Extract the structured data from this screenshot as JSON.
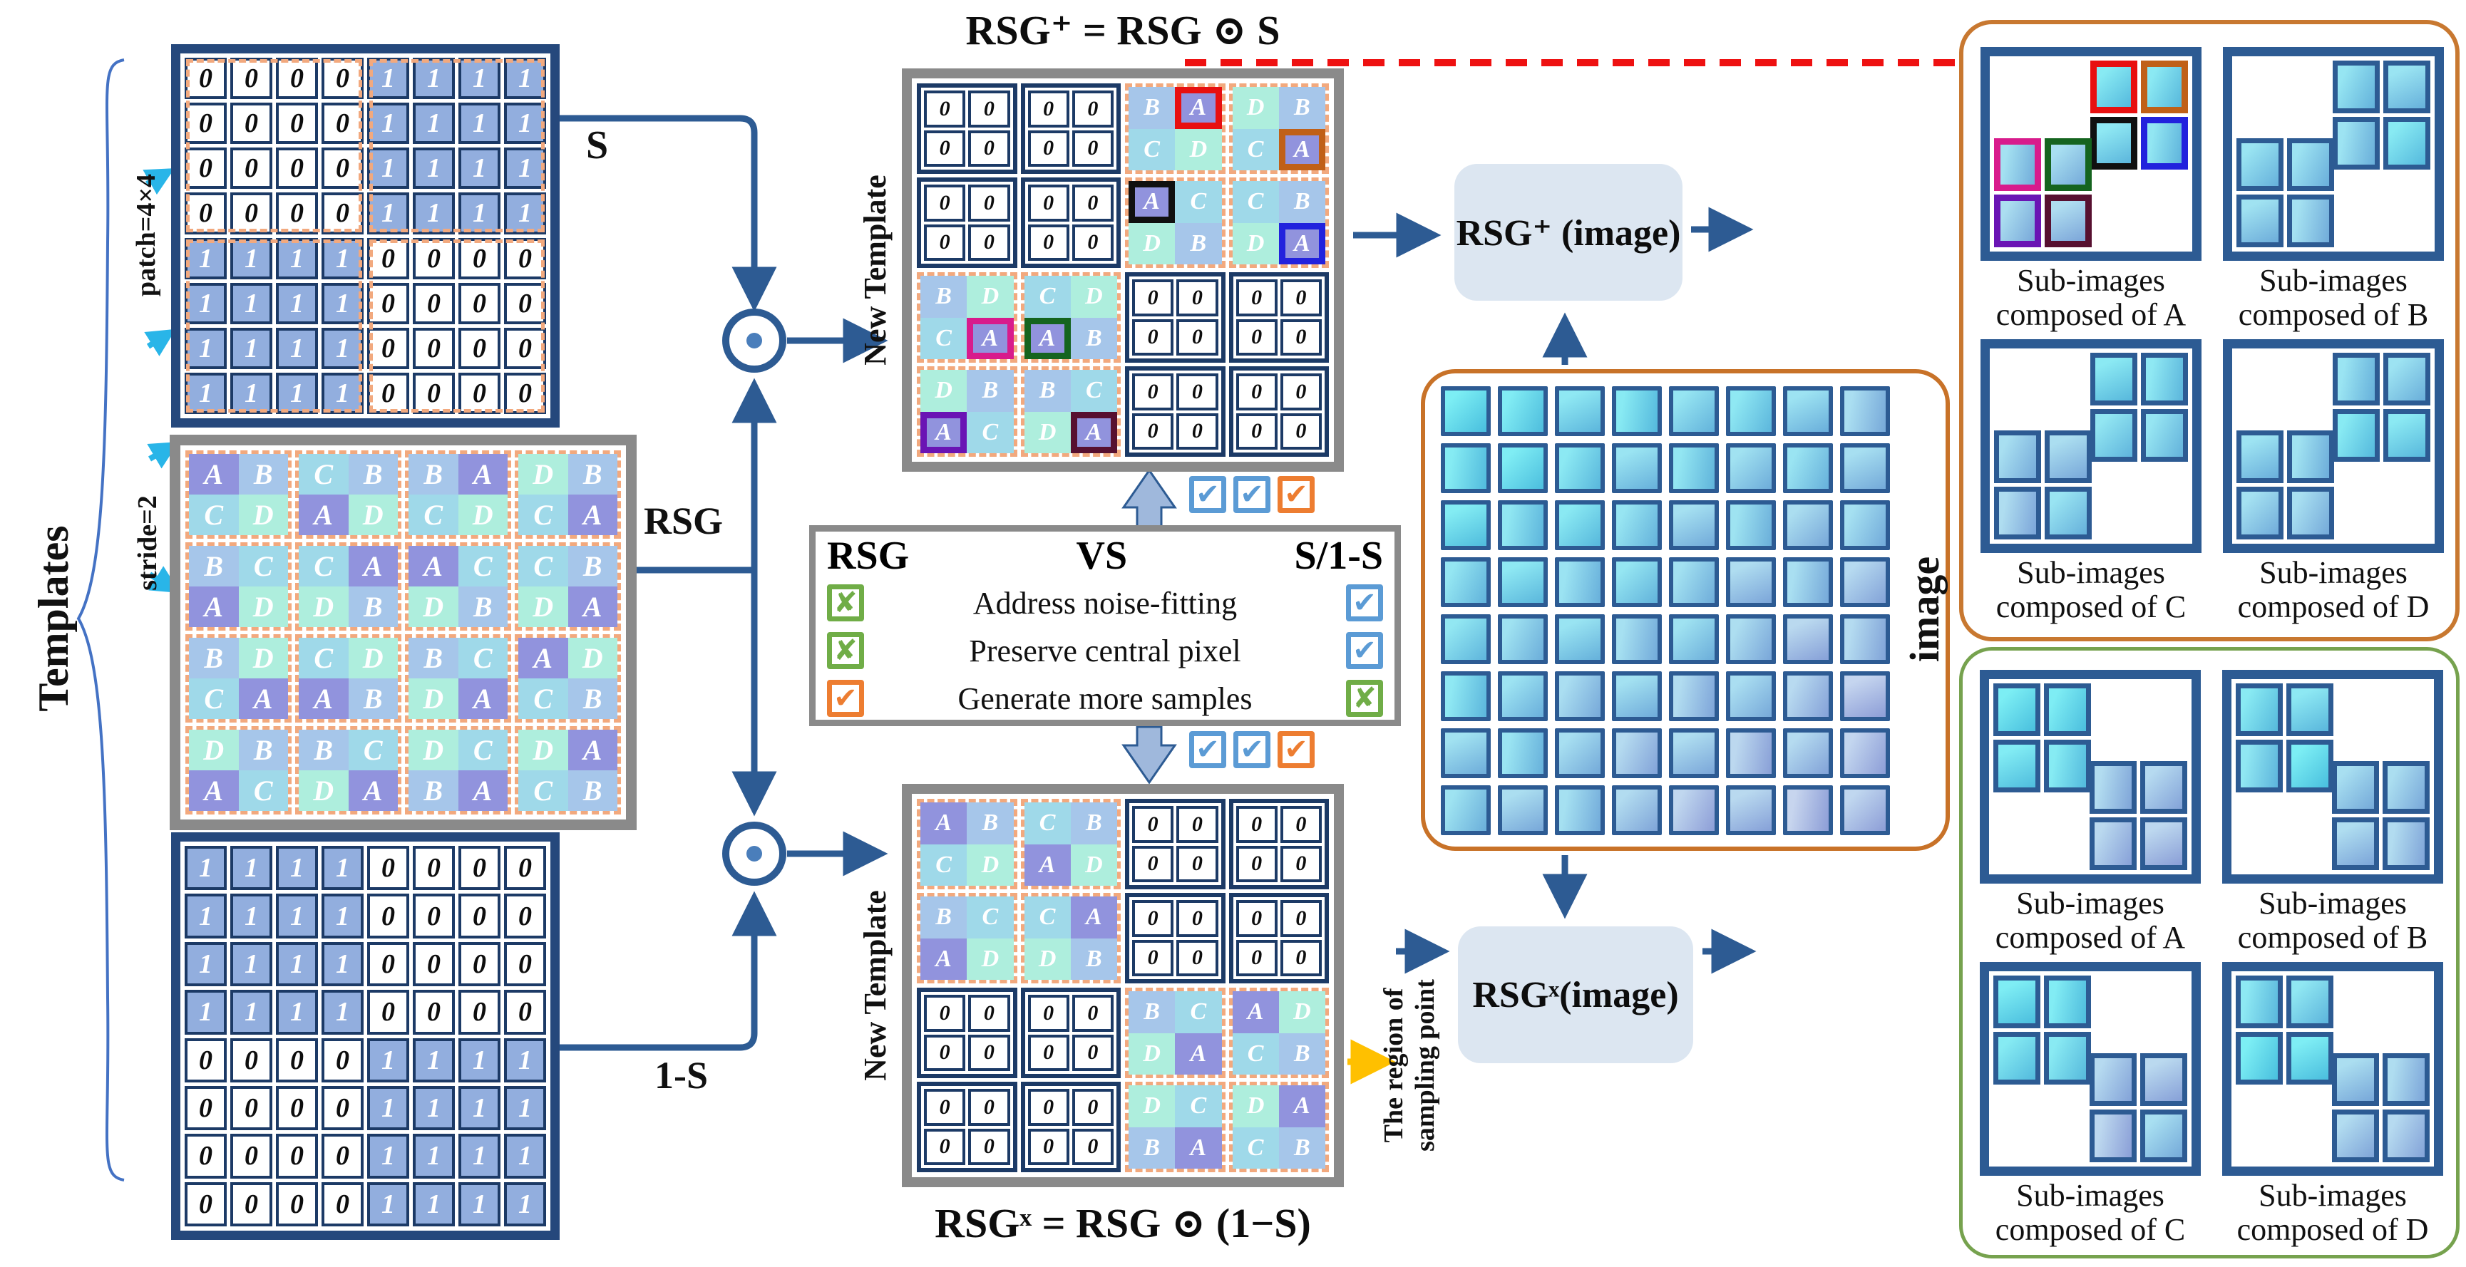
{
  "left": {
    "templates_label": "Templates",
    "patch_label": "patch=4×4",
    "stride_label": "stride=2",
    "s_label": "S",
    "rsg_label": "RSG",
    "one_minus_s_label": "1-S",
    "s_grid_quadrants": [
      [
        "0",
        "1"
      ],
      [
        "1",
        "0"
      ]
    ],
    "one_minus_s_grid_quadrants": [
      [
        "1",
        "0"
      ],
      [
        "0",
        "1"
      ]
    ],
    "rsg_rows": [
      [
        "A",
        "B",
        "C",
        "B",
        "B",
        "A",
        "D",
        "B"
      ],
      [
        "C",
        "D",
        "A",
        "D",
        "C",
        "D",
        "C",
        "A"
      ],
      [
        "B",
        "C",
        "C",
        "A",
        "A",
        "C",
        "C",
        "B"
      ],
      [
        "A",
        "D",
        "D",
        "B",
        "D",
        "B",
        "D",
        "A"
      ],
      [
        "B",
        "D",
        "C",
        "D",
        "B",
        "C",
        "A",
        "D"
      ],
      [
        "C",
        "A",
        "A",
        "B",
        "D",
        "A",
        "C",
        "B"
      ],
      [
        "D",
        "B",
        "B",
        "C",
        "D",
        "C",
        "D",
        "A"
      ],
      [
        "A",
        "C",
        "D",
        "A",
        "B",
        "A",
        "C",
        "B"
      ]
    ]
  },
  "plus_template": {
    "title": "RSG⁺ = RSG ⊙ S",
    "side_label": "New Template",
    "letters_tr": [
      [
        "B",
        "A",
        "D",
        "B"
      ],
      [
        "C",
        "D",
        "C",
        "A"
      ],
      [
        "A",
        "C",
        "C",
        "B"
      ],
      [
        "D",
        "B",
        "D",
        "A"
      ]
    ],
    "letters_bl": [
      [
        "B",
        "D",
        "C",
        "D"
      ],
      [
        "C",
        "A",
        "A",
        "B"
      ],
      [
        "D",
        "B",
        "B",
        "C"
      ],
      [
        "A",
        "C",
        "D",
        "A"
      ]
    ],
    "highlights_tr": [
      {
        "r": 0,
        "c": 1,
        "color": "#e81010"
      },
      {
        "r": 1,
        "c": 3,
        "color": "#c06018"
      },
      {
        "r": 2,
        "c": 0,
        "color": "#101010"
      },
      {
        "r": 3,
        "c": 3,
        "color": "#2222dd"
      }
    ],
    "highlights_bl": [
      {
        "r": 1,
        "c": 1,
        "color": "#d81b8c"
      },
      {
        "r": 1,
        "c": 2,
        "color": "#15641f"
      },
      {
        "r": 3,
        "c": 0,
        "color": "#6a14b4"
      },
      {
        "r": 3,
        "c": 3,
        "color": "#571030"
      }
    ]
  },
  "cross_template": {
    "title": "RSGˣ = RSG ⊙ (1−S)",
    "side_label": "New Template",
    "letters_tl": [
      [
        "A",
        "B",
        "C",
        "B"
      ],
      [
        "C",
        "D",
        "A",
        "D"
      ],
      [
        "B",
        "C",
        "C",
        "A"
      ],
      [
        "A",
        "D",
        "D",
        "B"
      ]
    ],
    "letters_br": [
      [
        "B",
        "C",
        "A",
        "D"
      ],
      [
        "D",
        "A",
        "C",
        "B"
      ],
      [
        "D",
        "C",
        "D",
        "A"
      ],
      [
        "B",
        "A",
        "C",
        "B"
      ]
    ]
  },
  "comparison": {
    "left_header": "RSG",
    "vs_label": "VS",
    "right_header": "S/1-S",
    "rows": [
      {
        "left_mark": "cross-green",
        "text": "Address noise-fitting",
        "right_mark": "check-blue"
      },
      {
        "left_mark": "cross-green",
        "text": "Preserve central pixel",
        "right_mark": "check-blue"
      },
      {
        "left_mark": "check-orange",
        "text": "Generate more samples",
        "right_mark": "cross-green"
      }
    ],
    "top_marks": [
      "check-blue",
      "check-blue",
      "check-orange"
    ],
    "bottom_marks": [
      "check-blue",
      "check-blue",
      "check-orange"
    ]
  },
  "flow": {
    "plus_box_label": "RSG⁺ (image)",
    "cross_box_label": "RSGˣ(image)",
    "image_label": "image",
    "sampling_label_line1": "The region of",
    "sampling_label_line2": "sampling point"
  },
  "subimage_panels": {
    "plus": {
      "cluster_layout": "anti-diagonal",
      "items": [
        {
          "line1": "Sub-images",
          "line2": "composed of A"
        },
        {
          "line1": "Sub-images",
          "line2": "composed of B"
        },
        {
          "line1": "Sub-images",
          "line2": "composed of C"
        },
        {
          "line1": "Sub-images",
          "line2": "composed of D"
        }
      ]
    },
    "cross": {
      "cluster_layout": "diagonal",
      "items": [
        {
          "line1": "Sub-images",
          "line2": "composed of A"
        },
        {
          "line1": "Sub-images",
          "line2": "composed of B"
        },
        {
          "line1": "Sub-images",
          "line2": "composed of C"
        },
        {
          "line1": "Sub-images",
          "line2": "composed of D"
        }
      ]
    }
  },
  "colors": {
    "letter_A": "#9193dd",
    "letter_B": "#a6c6ea",
    "letter_C": "#9fd9e9",
    "letter_D": "#aeeedd",
    "one_cell": "#92aede",
    "navy": "#25487c",
    "line": "#2d5b93",
    "dashed_orange": "#f2a97e",
    "gray_border": "#8a8a8a",
    "check_blue": "#5b9bd5",
    "check_orange": "#ed7d31",
    "check_green": "#70ad47",
    "red_arrow": "#ee1111",
    "yellow_arrow": "#ffc000",
    "panel_orange": "#c87830",
    "panel_green": "#76a24e",
    "box_fill": "#dce6f1",
    "tile_palette": {
      "c_light": "#7ceef4",
      "c_dark": "#3fc7e0",
      "l_light": "#ccd3ee",
      "l_dark": "#8fa0d8"
    }
  }
}
